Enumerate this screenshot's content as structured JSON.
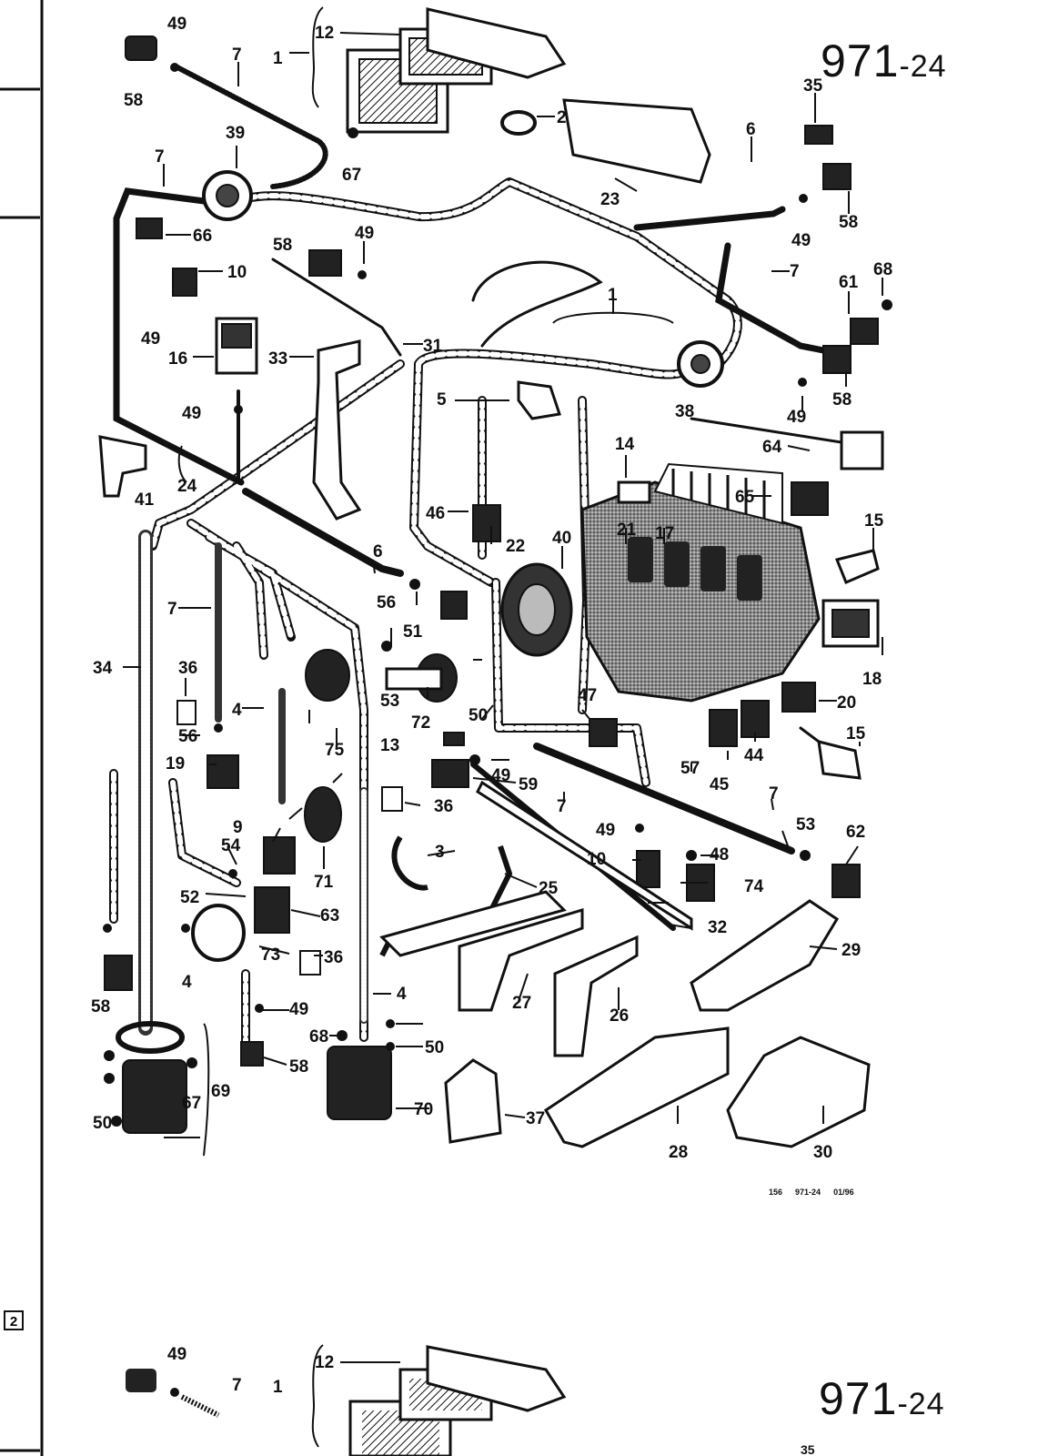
{
  "page": {
    "number_main": "971",
    "number_suffix": "-24",
    "margin_marker": "2"
  },
  "footer_code": {
    "a": "156",
    "b": "971-24",
    "c": "01/96"
  },
  "callouts": [
    {
      "id": "c1",
      "label": "1"
    },
    {
      "id": "c1b",
      "label": "1"
    },
    {
      "id": "c2",
      "label": "2"
    },
    {
      "id": "c3",
      "label": "3"
    },
    {
      "id": "c4a",
      "label": "4"
    },
    {
      "id": "c4b",
      "label": "4"
    },
    {
      "id": "c4c",
      "label": "4"
    },
    {
      "id": "c5",
      "label": "5"
    },
    {
      "id": "c6a",
      "label": "6"
    },
    {
      "id": "c6b",
      "label": "6"
    },
    {
      "id": "c7a",
      "label": "7"
    },
    {
      "id": "c7b",
      "label": "7"
    },
    {
      "id": "c7c",
      "label": "7"
    },
    {
      "id": "c7d",
      "label": "7"
    },
    {
      "id": "c7e",
      "label": "7"
    },
    {
      "id": "c7f",
      "label": "7"
    },
    {
      "id": "c9",
      "label": "9"
    },
    {
      "id": "c10a",
      "label": "10"
    },
    {
      "id": "c10b",
      "label": "10"
    },
    {
      "id": "c12",
      "label": "12"
    },
    {
      "id": "c13",
      "label": "13"
    },
    {
      "id": "c14",
      "label": "14"
    },
    {
      "id": "c15a",
      "label": "15"
    },
    {
      "id": "c15b",
      "label": "15"
    },
    {
      "id": "c16",
      "label": "16"
    },
    {
      "id": "c17",
      "label": "17"
    },
    {
      "id": "c18",
      "label": "18"
    },
    {
      "id": "c19",
      "label": "19"
    },
    {
      "id": "c20",
      "label": "20"
    },
    {
      "id": "c21",
      "label": "21"
    },
    {
      "id": "c22",
      "label": "22"
    },
    {
      "id": "c23",
      "label": "23"
    },
    {
      "id": "c24",
      "label": "24"
    },
    {
      "id": "c25",
      "label": "25"
    },
    {
      "id": "c26",
      "label": "26"
    },
    {
      "id": "c27",
      "label": "27"
    },
    {
      "id": "c28",
      "label": "28"
    },
    {
      "id": "c29",
      "label": "29"
    },
    {
      "id": "c30",
      "label": "30"
    },
    {
      "id": "c31",
      "label": "31"
    },
    {
      "id": "c32",
      "label": "32"
    },
    {
      "id": "c33",
      "label": "33"
    },
    {
      "id": "c34",
      "label": "34"
    },
    {
      "id": "c35",
      "label": "35"
    },
    {
      "id": "c36a",
      "label": "36"
    },
    {
      "id": "c36b",
      "label": "36"
    },
    {
      "id": "c36c",
      "label": "36"
    },
    {
      "id": "c37",
      "label": "37"
    },
    {
      "id": "c38",
      "label": "38"
    },
    {
      "id": "c39",
      "label": "39"
    },
    {
      "id": "c40",
      "label": "40"
    },
    {
      "id": "c41",
      "label": "41"
    },
    {
      "id": "c44",
      "label": "44"
    },
    {
      "id": "c45",
      "label": "45"
    },
    {
      "id": "c46",
      "label": "46"
    },
    {
      "id": "c47",
      "label": "47"
    },
    {
      "id": "c48",
      "label": "48"
    },
    {
      "id": "c49a",
      "label": "49"
    },
    {
      "id": "c49b",
      "label": "49"
    },
    {
      "id": "c49c",
      "label": "49"
    },
    {
      "id": "c49d",
      "label": "49"
    },
    {
      "id": "c49e",
      "label": "49"
    },
    {
      "id": "c49f",
      "label": "49"
    },
    {
      "id": "c49g",
      "label": "49"
    },
    {
      "id": "c49h",
      "label": "49"
    },
    {
      "id": "c49i",
      "label": "49"
    },
    {
      "id": "c50a",
      "label": "50"
    },
    {
      "id": "c50b",
      "label": "50"
    },
    {
      "id": "c50c",
      "label": "50"
    },
    {
      "id": "c51",
      "label": "51"
    },
    {
      "id": "c52",
      "label": "52"
    },
    {
      "id": "c53a",
      "label": "53"
    },
    {
      "id": "c53b",
      "label": "53"
    },
    {
      "id": "c54",
      "label": "54"
    },
    {
      "id": "c56a",
      "label": "56"
    },
    {
      "id": "c56b",
      "label": "56"
    },
    {
      "id": "c57",
      "label": "57"
    },
    {
      "id": "c58a",
      "label": "58"
    },
    {
      "id": "c58b",
      "label": "58"
    },
    {
      "id": "c58c",
      "label": "58"
    },
    {
      "id": "c58d",
      "label": "58"
    },
    {
      "id": "c58e",
      "label": "58"
    },
    {
      "id": "c58f",
      "label": "58"
    },
    {
      "id": "c59",
      "label": "59"
    },
    {
      "id": "c61",
      "label": "61"
    },
    {
      "id": "c62",
      "label": "62"
    },
    {
      "id": "c63",
      "label": "63"
    },
    {
      "id": "c64",
      "label": "64"
    },
    {
      "id": "c65",
      "label": "65"
    },
    {
      "id": "c66",
      "label": "66"
    },
    {
      "id": "c67a",
      "label": "67"
    },
    {
      "id": "c67b",
      "label": "67"
    },
    {
      "id": "c68a",
      "label": "68"
    },
    {
      "id": "c68b",
      "label": "68"
    },
    {
      "id": "c69",
      "label": "69"
    },
    {
      "id": "c70",
      "label": "70"
    },
    {
      "id": "c71",
      "label": "71"
    },
    {
      "id": "c72",
      "label": "72"
    },
    {
      "id": "c73",
      "label": "73"
    },
    {
      "id": "c74",
      "label": "74"
    },
    {
      "id": "c75",
      "label": "75"
    }
  ],
  "lower_repeat": {
    "number_main": "971",
    "number_suffix": "-24",
    "callouts": [
      "49",
      "7",
      "12",
      "1",
      "35"
    ]
  }
}
